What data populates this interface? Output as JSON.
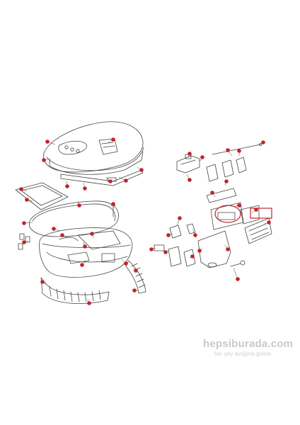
{
  "diagram": {
    "callout_color": "#c0242b",
    "line_color": "#444444",
    "callouts": [
      {
        "id": "c1"
      },
      {
        "id": "c2"
      },
      {
        "id": "c3"
      },
      {
        "id": "c4"
      },
      {
        "id": "c5"
      },
      {
        "id": "c6"
      },
      {
        "id": "c7"
      },
      {
        "id": "c8"
      },
      {
        "id": "c9"
      },
      {
        "id": "c10"
      },
      {
        "id": "c11"
      },
      {
        "id": "c12"
      },
      {
        "id": "c13"
      },
      {
        "id": "c14"
      },
      {
        "id": "c15"
      },
      {
        "id": "c16"
      },
      {
        "id": "c17"
      },
      {
        "id": "c18"
      },
      {
        "id": "c19"
      },
      {
        "id": "c20"
      },
      {
        "id": "c21"
      },
      {
        "id": "c22"
      },
      {
        "id": "c23"
      },
      {
        "id": "c24"
      },
      {
        "id": "c25"
      },
      {
        "id": "c26"
      },
      {
        "id": "c27"
      },
      {
        "id": "c28"
      },
      {
        "id": "c29"
      },
      {
        "id": "c30"
      },
      {
        "id": "c31"
      },
      {
        "id": "c32"
      },
      {
        "id": "c33"
      },
      {
        "id": "c34"
      },
      {
        "id": "c35"
      },
      {
        "id": "c36"
      },
      {
        "id": "c37"
      },
      {
        "id": "c38"
      },
      {
        "id": "c39"
      },
      {
        "id": "c40"
      },
      {
        "id": "c41"
      },
      {
        "id": "c42"
      },
      {
        "id": "c43"
      },
      {
        "id": "c44"
      }
    ]
  },
  "watermark": {
    "brand": "hepsiburada.com",
    "tagline": "her şey ayağına gelsin"
  }
}
